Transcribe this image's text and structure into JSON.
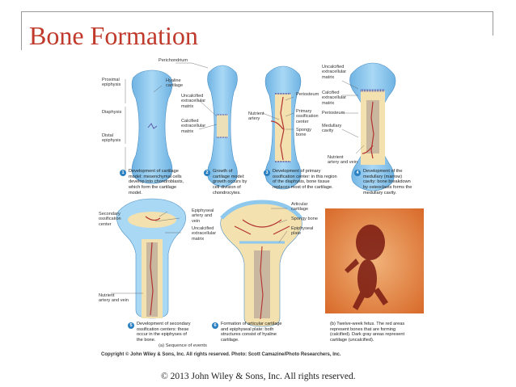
{
  "slide": {
    "title": "Bone Formation",
    "footer": "© 2013 John Wiley & Sons, Inc. All rights reserved."
  },
  "figure": {
    "region_labels": {
      "proximal": "Proximal\nepiphysis",
      "diaphysis": "Diaphysis",
      "distal": "Distal\nepiphysis"
    },
    "labels": {
      "perichondrium": "Perichondrium",
      "hyaline": "Hyaline\ncartilage",
      "uncalcified1": "Uncalcified\nextracellular\nmatrix",
      "calcified1": "Calcified\nextracellular\nmatrix",
      "periosteum1": "Periosteum",
      "nutrient_artery": "Nutrient\nartery",
      "primary_center": "Primary\nossification\ncenter",
      "spongy1": "Spongy\nbone",
      "uncalcified2": "Uncalcified\nextracellular\nmatrix",
      "calcified2": "Calcified\nextracellular\nmatrix",
      "periosteum2": "Periosteum",
      "medullary": "Medullary\ncavity",
      "nutrient_av1": "Nutrient\nartery and vein",
      "secondary_center": "Secondary\nossification\ncenter",
      "epiphyseal_av": "Epiphyseal\nartery and\nvein",
      "uncalcified3": "Uncalcified\nextracellular\nmatrix",
      "articular": "Articular\ncartilage",
      "spongy2": "Spongy bone",
      "epiphyseal_plate": "Epiphyseal\nplate",
      "nutrient_av2": "Nutrient\nartery and vein"
    },
    "steps": [
      {
        "num": "1",
        "text": "Development of cartilage\nmodel: mesenchymal cells\ndevelop into chondroblasts,\nwhich form the cartilage\nmodel."
      },
      {
        "num": "2",
        "text": "Growth of\ncartilage model:\ngrowth occurs by\ncell division of\nchondrocytes."
      },
      {
        "num": "3",
        "text": "Development of primary\nossification center: in this region\nof the diaphysis, bone tissue\nreplaces most of the cartilage."
      },
      {
        "num": "4",
        "text": "Development of the\nmedullary (marrow)\ncavity: bone breakdown\nby osteoclasts forms the\nmedullary cavity."
      },
      {
        "num": "5",
        "text": "Development of secondary\nossification centers: these\noccur in the epiphyses of\nthe bone."
      },
      {
        "num": "6",
        "text": "Formation of articular cartilage\nand epiphyseal plate: both\nstructures consist of hyaline\ncartilage."
      }
    ],
    "fetus_caption": "(b) Twelve-week fetus. The red areas\nrepresent bones that are forming\n(calcified). Dark gray areas represent\ncartilage (uncalcified).",
    "sequence_caption": "(a) Sequence of events",
    "copyright": "Copyright © John Wiley & Sons, Inc. All rights reserved. Photo: Scott Camazine/Photo Researchers, Inc."
  },
  "colors": {
    "title": "#c0392b",
    "cartilage": "#8ec8ec",
    "bone": "#f1dfb4",
    "vessel": "#b3322f",
    "step_badge": "#2a7fc0"
  }
}
